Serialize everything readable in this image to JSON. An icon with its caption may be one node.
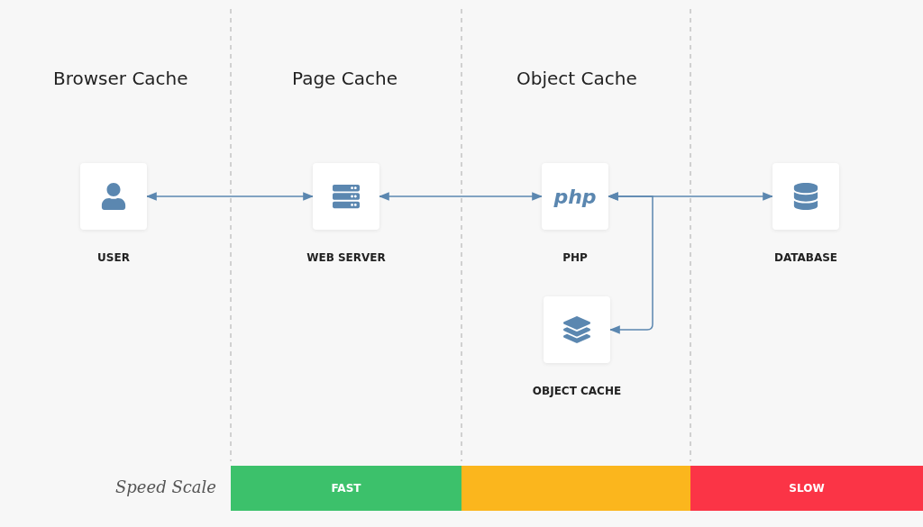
{
  "diagram": {
    "nodes": [
      {
        "text": [
          "USER"
        ]
      },
      {
        "text": [
          "WEB SERVER"
        ]
      },
      {
        "text": [
          "php",
          "PHP"
        ]
      },
      {
        "text": [
          "DATABASE"
        ]
      },
      {
        "text": [
          "OBJECT CACHE"
        ]
      },
      {
        "text": [
          "FAST"
        ]
      },
      {
        "text": [],
        "shape": "bar"
      },
      {
        "text": [
          "SLOW"
        ]
      }
    ],
    "edges": [
      {
        "from": 0,
        "to": 1,
        "arrow": "both"
      },
      {
        "from": 1,
        "to": 2,
        "arrow": "both"
      },
      {
        "from": 2,
        "to": 3,
        "arrow": "both"
      },
      {
        "from": 2,
        "to": 4,
        "arrow": "both"
      }
    ],
    "labels": [
      "Browser Cache",
      "Page Cache",
      "Object Cache",
      "Speed Scale"
    ]
  }
}
